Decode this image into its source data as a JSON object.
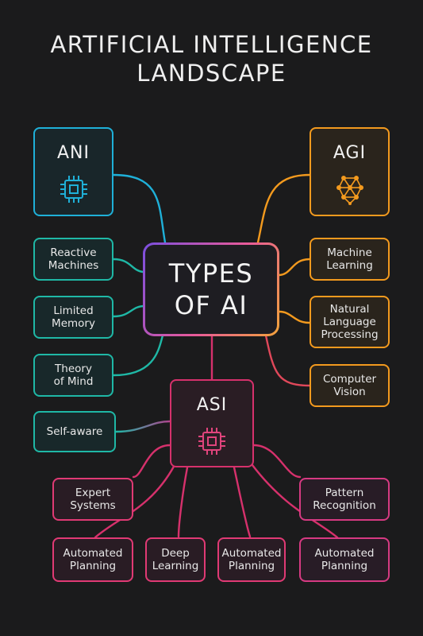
{
  "title": {
    "line1": "ARTIFICIAL INTELLIGENCE",
    "line2": "LANDSCAPE"
  },
  "center": {
    "label": "TYPES\nOF AI"
  },
  "ani": {
    "label": "ANI",
    "icon": "microchip-icon",
    "color": "#1fb0d8"
  },
  "agi": {
    "label": "AGI",
    "icon": "neural-network-icon",
    "color": "#f39a1e"
  },
  "asi": {
    "label": "ASI",
    "icon": "microchip-icon",
    "color": "#d6316c"
  },
  "ani_branches": [
    "Reactive\nMachines",
    "Limited\nMemory",
    "Theory\nof Mind",
    "Self-aware"
  ],
  "agi_branches": [
    "Machine\nLearning",
    "Natural\nLanguage\nProcessing",
    "Computer\nVision"
  ],
  "asi_branches": [
    "Expert\nSystems",
    "Pattern\nRecognition",
    "Automated\nPlanning",
    "Deep\nLearning",
    "Automated\nPlanning",
    "Automated\nPlanning"
  ]
}
